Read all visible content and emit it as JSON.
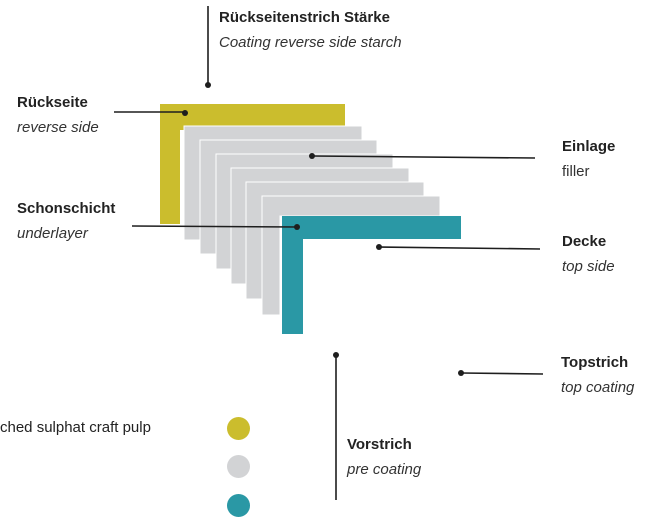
{
  "colors": {
    "reverse_side": "#cbbd2d",
    "filler": "#d2d3d5",
    "top_side": "#2a98a5",
    "leader_line": "#1e1e1e"
  },
  "labels": {
    "reverse_coating": {
      "de": "Rückseitenstrich Stärke",
      "en": "Coating reverse side starch"
    },
    "reverse_side": {
      "de": "Rückseite",
      "en": "reverse side"
    },
    "filler": {
      "de": "Einlage",
      "en": "filler"
    },
    "underlayer": {
      "de": "Schonschicht",
      "en": "underlayer"
    },
    "top_side": {
      "de": "Decke",
      "en": "top side"
    },
    "top_coating": {
      "de": "Topstrich",
      "en": "top coating"
    },
    "pre_coating": {
      "de": "Vorstrich",
      "en": "pre coating"
    }
  },
  "legend": {
    "items": [
      {
        "text": "ched sulphat craft pulp",
        "color": "#cbbd2d"
      },
      {
        "text": "",
        "color": "#d2d3d5"
      },
      {
        "text": "",
        "color": "#2a98a5"
      }
    ]
  }
}
